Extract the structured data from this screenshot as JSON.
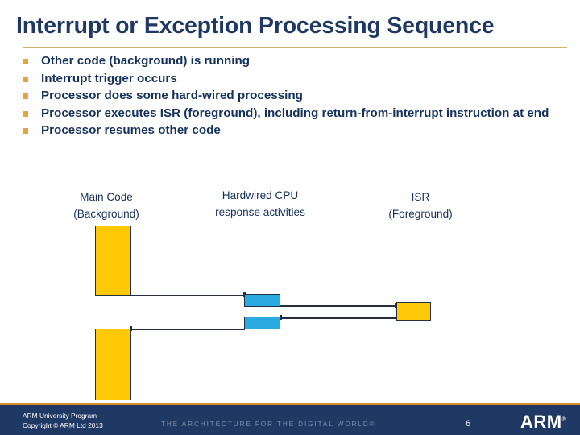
{
  "slide": {
    "title": "Interrupt or Exception Processing Sequence",
    "accent_rule_color": "#D9B06A",
    "title_color": "#1F3864",
    "background": "#FFFFFF"
  },
  "bullets": {
    "marker_color": "#E8A33D",
    "text_color": "#16325C",
    "items": [
      "Other code (background) is running",
      "Interrupt trigger occurs",
      "Processor does some hard-wired processing",
      "Processor executes ISR (foreground), including return-from-interrupt instruction at end",
      "Processor resumes other code"
    ]
  },
  "diagram": {
    "columns": [
      {
        "line1": "Main Code",
        "line2": "(Background)"
      },
      {
        "line1": "Hardwired CPU",
        "line2": "response activities"
      },
      {
        "line1": "ISR",
        "line2": "(Foreground)"
      }
    ],
    "colors": {
      "background_block": "#FFC907",
      "hardwired_block": "#29ABE2",
      "foreground_block": "#FFC907",
      "stroke": "#24303F"
    }
  },
  "footer": {
    "org_line1": "ARM University Program",
    "org_line2": "Copyright © ARM Ltd 2013",
    "tagline": "THE ARCHITECTURE FOR THE DIGITAL WORLD®",
    "page_number": "6",
    "logo": "ARM",
    "logo_mark": "®",
    "bar_color": "#1F3864",
    "bar_accent_color": "#D98C2B"
  }
}
